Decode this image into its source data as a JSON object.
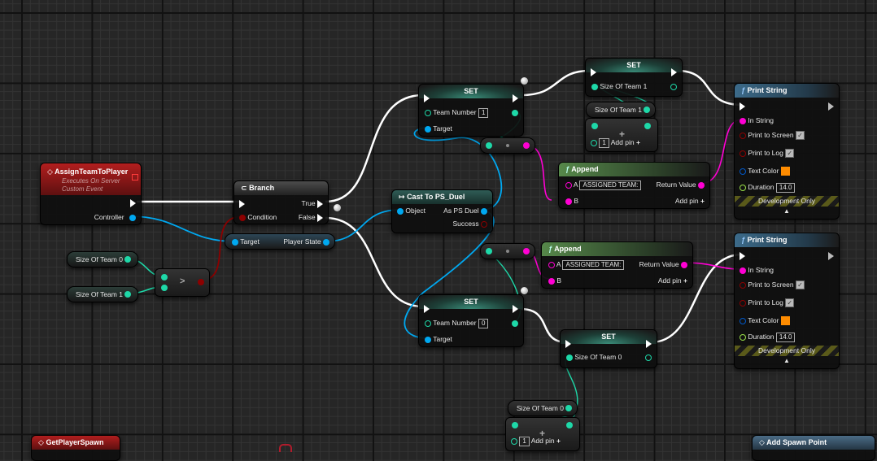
{
  "colors": {
    "exec": "#ffffff",
    "object": "#00a8f0",
    "bool": "#8c0000",
    "int": "#1ed8a8",
    "string": "#ff00d4",
    "linear_color": "#0058c8",
    "float": "#9ae04a"
  },
  "nodes": {
    "assign_team": {
      "title": "AssignTeamToPlayer",
      "subtitle1": "Executes On Server",
      "subtitle2": "Custom Event",
      "out_controller": "Controller"
    },
    "branch": {
      "title": "Branch",
      "condition": "Condition",
      "true": "True",
      "false": "False"
    },
    "player_state": {
      "target": "Target",
      "output": "Player State"
    },
    "size_team0_var": {
      "label": "Size Of Team 0"
    },
    "size_team1_var": {
      "label": "Size Of Team 1"
    },
    "greater": {
      "op": ">"
    },
    "cast": {
      "title": "Cast To PS_Duel",
      "object": "Object",
      "as": "As PS Duel",
      "success": "Success"
    },
    "set_team_top": {
      "title": "SET",
      "pin": "Team Number",
      "value": "1",
      "target": "Target"
    },
    "set_team_bottom": {
      "title": "SET",
      "pin": "Team Number",
      "value": "0",
      "target": "Target"
    },
    "set_size1": {
      "title": "SET",
      "pin": "Size Of Team 1"
    },
    "set_size0": {
      "title": "SET",
      "pin": "Size Of Team 0"
    },
    "get_size1": {
      "label": "Size Of Team 1"
    },
    "get_size0": {
      "label": "Size Of Team 0"
    },
    "add_top": {
      "value": "1",
      "add_pin": "Add pin"
    },
    "add_bottom": {
      "value": "1",
      "add_pin": "Add pin"
    },
    "append_top": {
      "title": "Append",
      "a": "A",
      "a_value": "ASSIGNED TEAM:",
      "b": "B",
      "ret": "Return Value",
      "add_pin": "Add pin"
    },
    "append_bottom": {
      "title": "Append",
      "a": "A",
      "a_value": "ASSIGNED TEAM:",
      "b": "B",
      "ret": "Return Value",
      "add_pin": "Add pin"
    },
    "print_top": {
      "title": "Print String",
      "in_string": "In String",
      "print_screen": "Print to Screen",
      "print_log": "Print to Log",
      "text_color": "Text Color",
      "duration": "Duration",
      "duration_value": "14.0",
      "dev_only": "Development Only",
      "checked_screen": true,
      "checked_log": true
    },
    "print_bottom": {
      "title": "Print String",
      "in_string": "In String",
      "print_screen": "Print to Screen",
      "print_log": "Print to Log",
      "text_color": "Text Color",
      "duration": "Duration",
      "duration_value": "14.0",
      "dev_only": "Development Only",
      "checked_screen": true,
      "checked_log": true
    },
    "get_player_spawn": {
      "title": "GetPlayerSpawn"
    },
    "add_spawn_point": {
      "title": "Add Spawn Point"
    }
  },
  "icons": {
    "event": "◇",
    "function": "ƒ",
    "branch": "⊂",
    "cast": "↦",
    "plus": "+",
    "check": "✓",
    "expand": "▲"
  }
}
